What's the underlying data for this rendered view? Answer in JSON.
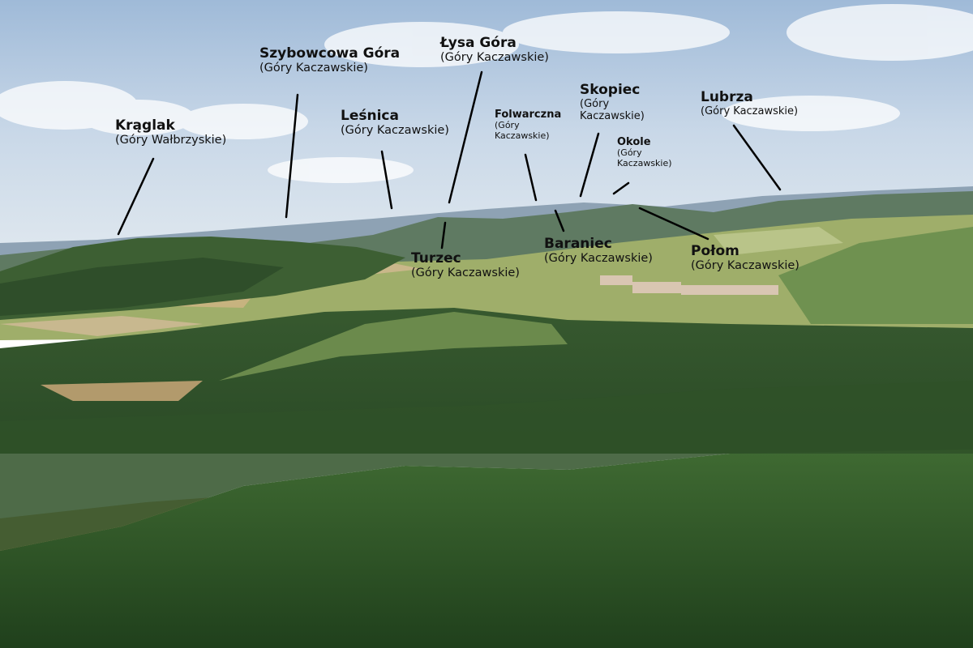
{
  "labels": [
    {
      "id": "kraglak",
      "name": "Krąglak",
      "range": "(Góry Wałbrzyskie)"
    },
    {
      "id": "szybowcowa",
      "name": "Szybowcowa Góra",
      "range": "(Góry Kaczawskie)"
    },
    {
      "id": "lysa",
      "name": "Łysa Góra",
      "range": "(Góry Kaczawskie)"
    },
    {
      "id": "lesnica",
      "name": "Leśnica",
      "range": "(Góry Kaczawskie)"
    },
    {
      "id": "folwarczna",
      "name": "Folwarczna",
      "range": "(Góry Kaczawskie)"
    },
    {
      "id": "skopiec",
      "name": "Skopiec",
      "range": "(Góry Kaczawskie)"
    },
    {
      "id": "okole",
      "name": "Okole",
      "range": "(Góry Kaczawskie)"
    },
    {
      "id": "lubrza",
      "name": "Lubrza",
      "range": "(Góry Kaczawskie)"
    },
    {
      "id": "turzec",
      "name": "Turzec",
      "range": "(Góry Kaczawskie)"
    },
    {
      "id": "baraniec",
      "name": "Baraniec",
      "range": "(Góry Kaczawskie)"
    },
    {
      "id": "polom",
      "name": "Połom",
      "range": "(Góry Kaczawskie)"
    }
  ]
}
